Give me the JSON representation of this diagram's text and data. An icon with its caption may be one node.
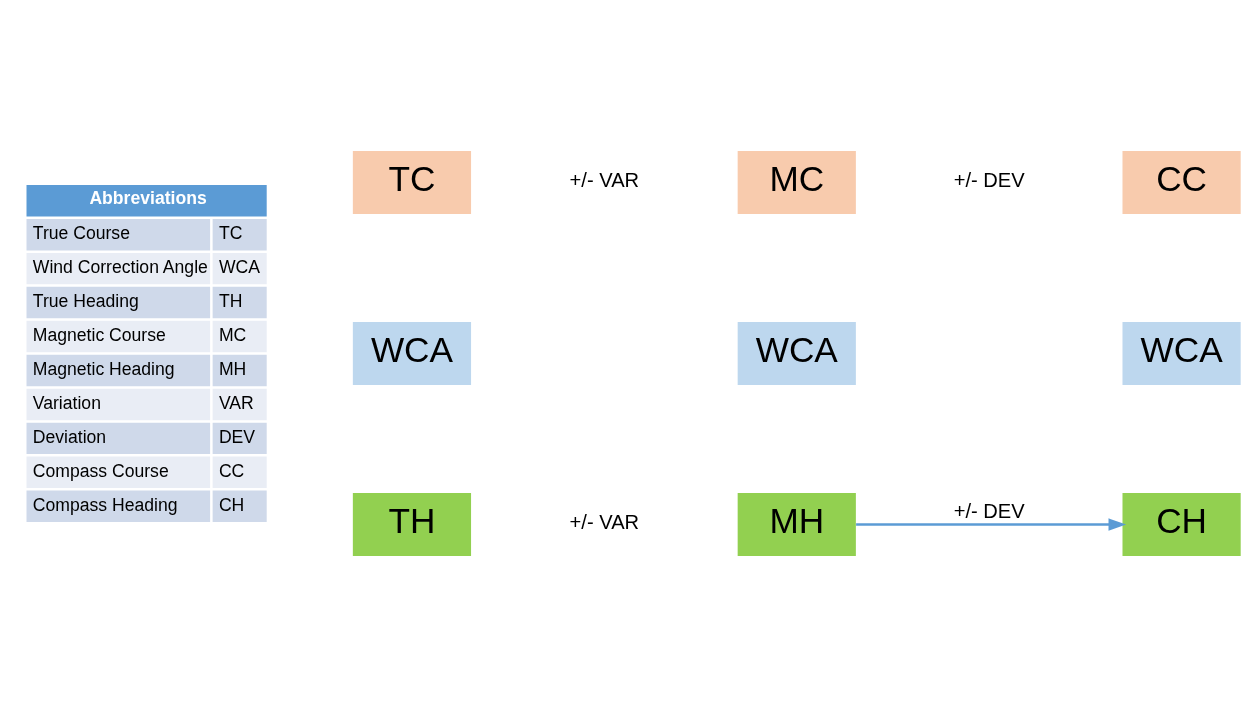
{
  "diagram": {
    "nodes": [
      {
        "text": [
          "TC"
        ]
      },
      {
        "text": [
          "MC"
        ]
      },
      {
        "text": [
          "CC"
        ]
      },
      {
        "text": [
          "WCA"
        ]
      },
      {
        "text": [
          "WCA"
        ]
      },
      {
        "text": [
          "WCA"
        ]
      },
      {
        "text": [
          "TH"
        ]
      },
      {
        "text": [
          "MH"
        ]
      },
      {
        "text": [
          "CH"
        ]
      }
    ],
    "edges": [
      {
        "from": 7,
        "to": 8,
        "arrow": "to",
        "label": "+/- DEV"
      }
    ],
    "labels": [
      "Abbreviations",
      "True Course",
      "TC",
      "Wind Correction Angle",
      "WCA",
      "True Heading",
      "TH",
      "Magnetic Course",
      "MC",
      "Magnetic Heading",
      "MH",
      "Variation",
      "VAR",
      "Deviation",
      "DEV",
      "Compass Course",
      "CC",
      "Compass Heading",
      "CH",
      "+/- VAR",
      "+/- DEV",
      "+/- VAR"
    ]
  }
}
